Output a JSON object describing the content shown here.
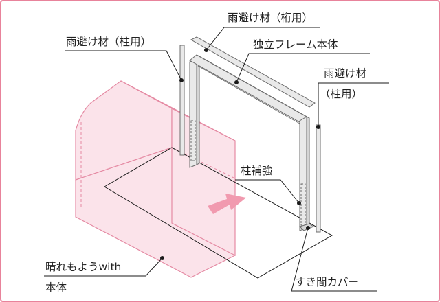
{
  "colors": {
    "frame_border": "#e8839b",
    "house_fill": "#fbe3ea",
    "house_stroke": "#e58aa3",
    "arrow": "#f19aaf",
    "line": "#1a1a1a",
    "structure_fill": "#e9e9e9",
    "structure_stroke": "#6b6b6b"
  },
  "labels": {
    "rain_cover_beam": "雨避け材（桁用）",
    "rain_cover_post_left": "雨避け材（柱用）",
    "frame_body": "独立フレーム本体",
    "rain_cover_post_right_line1": "雨避け材",
    "rain_cover_post_right_line2": "（柱用）",
    "post_reinforcement": "柱補強",
    "host_line1": "晴れもようwith",
    "host_line2": "本体",
    "gap_cover": "すき間カバー"
  }
}
